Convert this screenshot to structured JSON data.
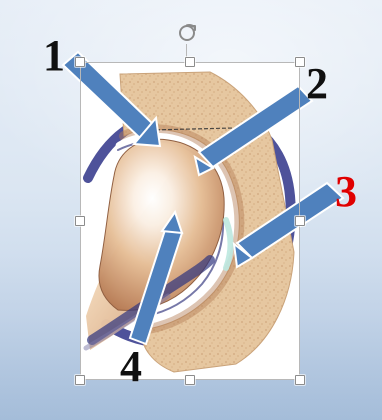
{
  "slide": {
    "background_top": "#e7eef7",
    "background_bottom": "#aec5df"
  },
  "selection": {
    "rotate_icon": "rotate-icon"
  },
  "labels": {
    "one": "1",
    "two": "2",
    "three": "3",
    "four": "4"
  },
  "colors": {
    "arrow_fill": "#4f81bd",
    "arrow_stroke": "#ffffff",
    "label_default": "#101010",
    "label_3": "#e00000",
    "bone_light": "#f4dcc0",
    "bone_mid": "#dcb08c",
    "capsule": "#3b3f8f",
    "cartilage": "#ffffff",
    "spongy_bone": "#e1c39a"
  }
}
